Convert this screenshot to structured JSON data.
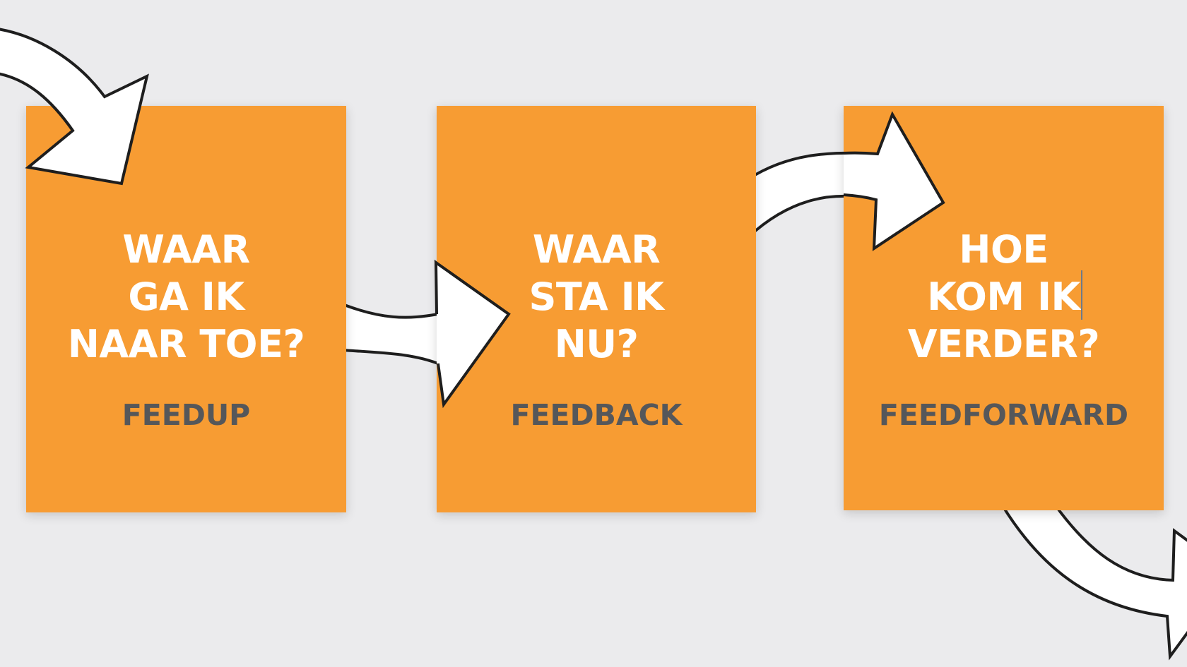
{
  "diagram": {
    "colors": {
      "background": "#ebebed",
      "box_fill": "#f79c33",
      "question_text": "#ffffff",
      "label_text": "#55575a",
      "arrow_fill": "#ffffff",
      "arrow_outline": "#1e1e1e"
    },
    "steps": [
      {
        "question_lines": [
          "WAAR",
          "GA IK",
          "NAAR TOE?"
        ],
        "label": "FEEDUP"
      },
      {
        "question_lines": [
          "WAAR",
          "STA IK",
          "NU?"
        ],
        "label": "FEEDBACK"
      },
      {
        "question_lines": [
          "HOE",
          "KOM IK",
          "VERDER?"
        ],
        "label": "FEEDFORWARD"
      }
    ],
    "arrows": [
      {
        "from": "left-edge",
        "to": "step-1"
      },
      {
        "from": "step-1",
        "to": "step-2"
      },
      {
        "from": "step-2",
        "to": "step-3"
      },
      {
        "from": "step-3",
        "to": "right-edge"
      }
    ]
  }
}
